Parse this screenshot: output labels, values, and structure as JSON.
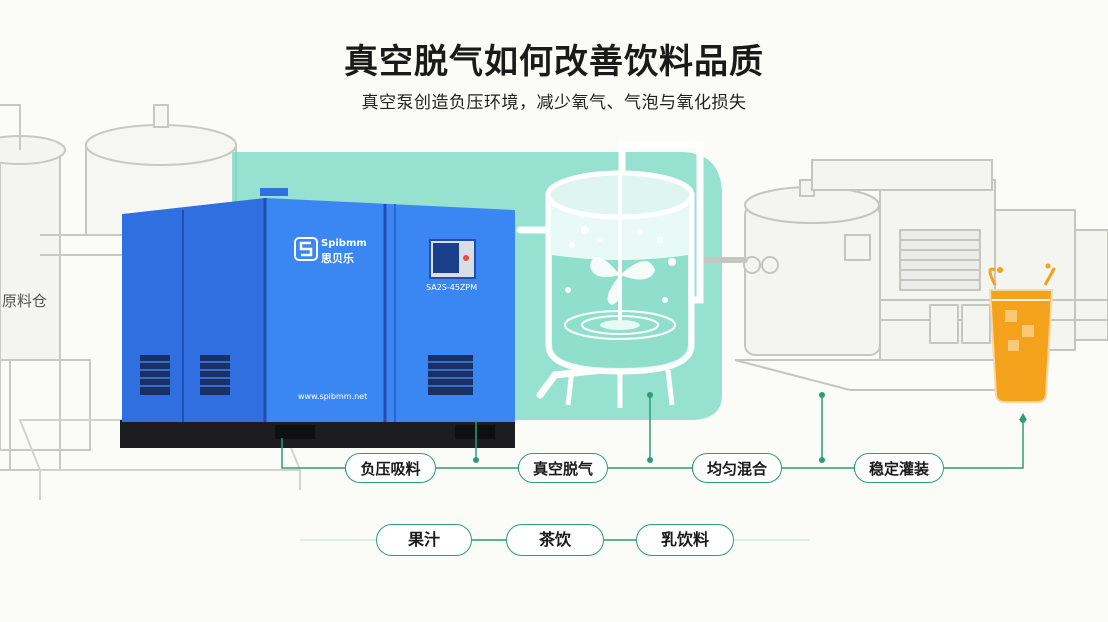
{
  "header": {
    "title": "真空脱气如何改善饮料品质",
    "subtitle": "真空泵创造负压环境，减少氧气、气泡与氧化损失"
  },
  "background": {
    "tank_label": "原料仓"
  },
  "machine": {
    "brand_en": "Spibmm",
    "brand_cn": "思贝乐",
    "model": "SA2S-45ZPM",
    "website": "www.spibmm.net"
  },
  "process": {
    "steps": [
      "负压吸料",
      "真空脱气",
      "均匀混合",
      "稳定灌装"
    ]
  },
  "applications": {
    "items": [
      "果汁",
      "茶饮",
      "乳饮料"
    ]
  },
  "colors": {
    "accent": "#2f9c78",
    "machine_blue": "#2f6fe0",
    "highlight_bg": "#6fd6bf",
    "juice": "#f4a11c"
  }
}
